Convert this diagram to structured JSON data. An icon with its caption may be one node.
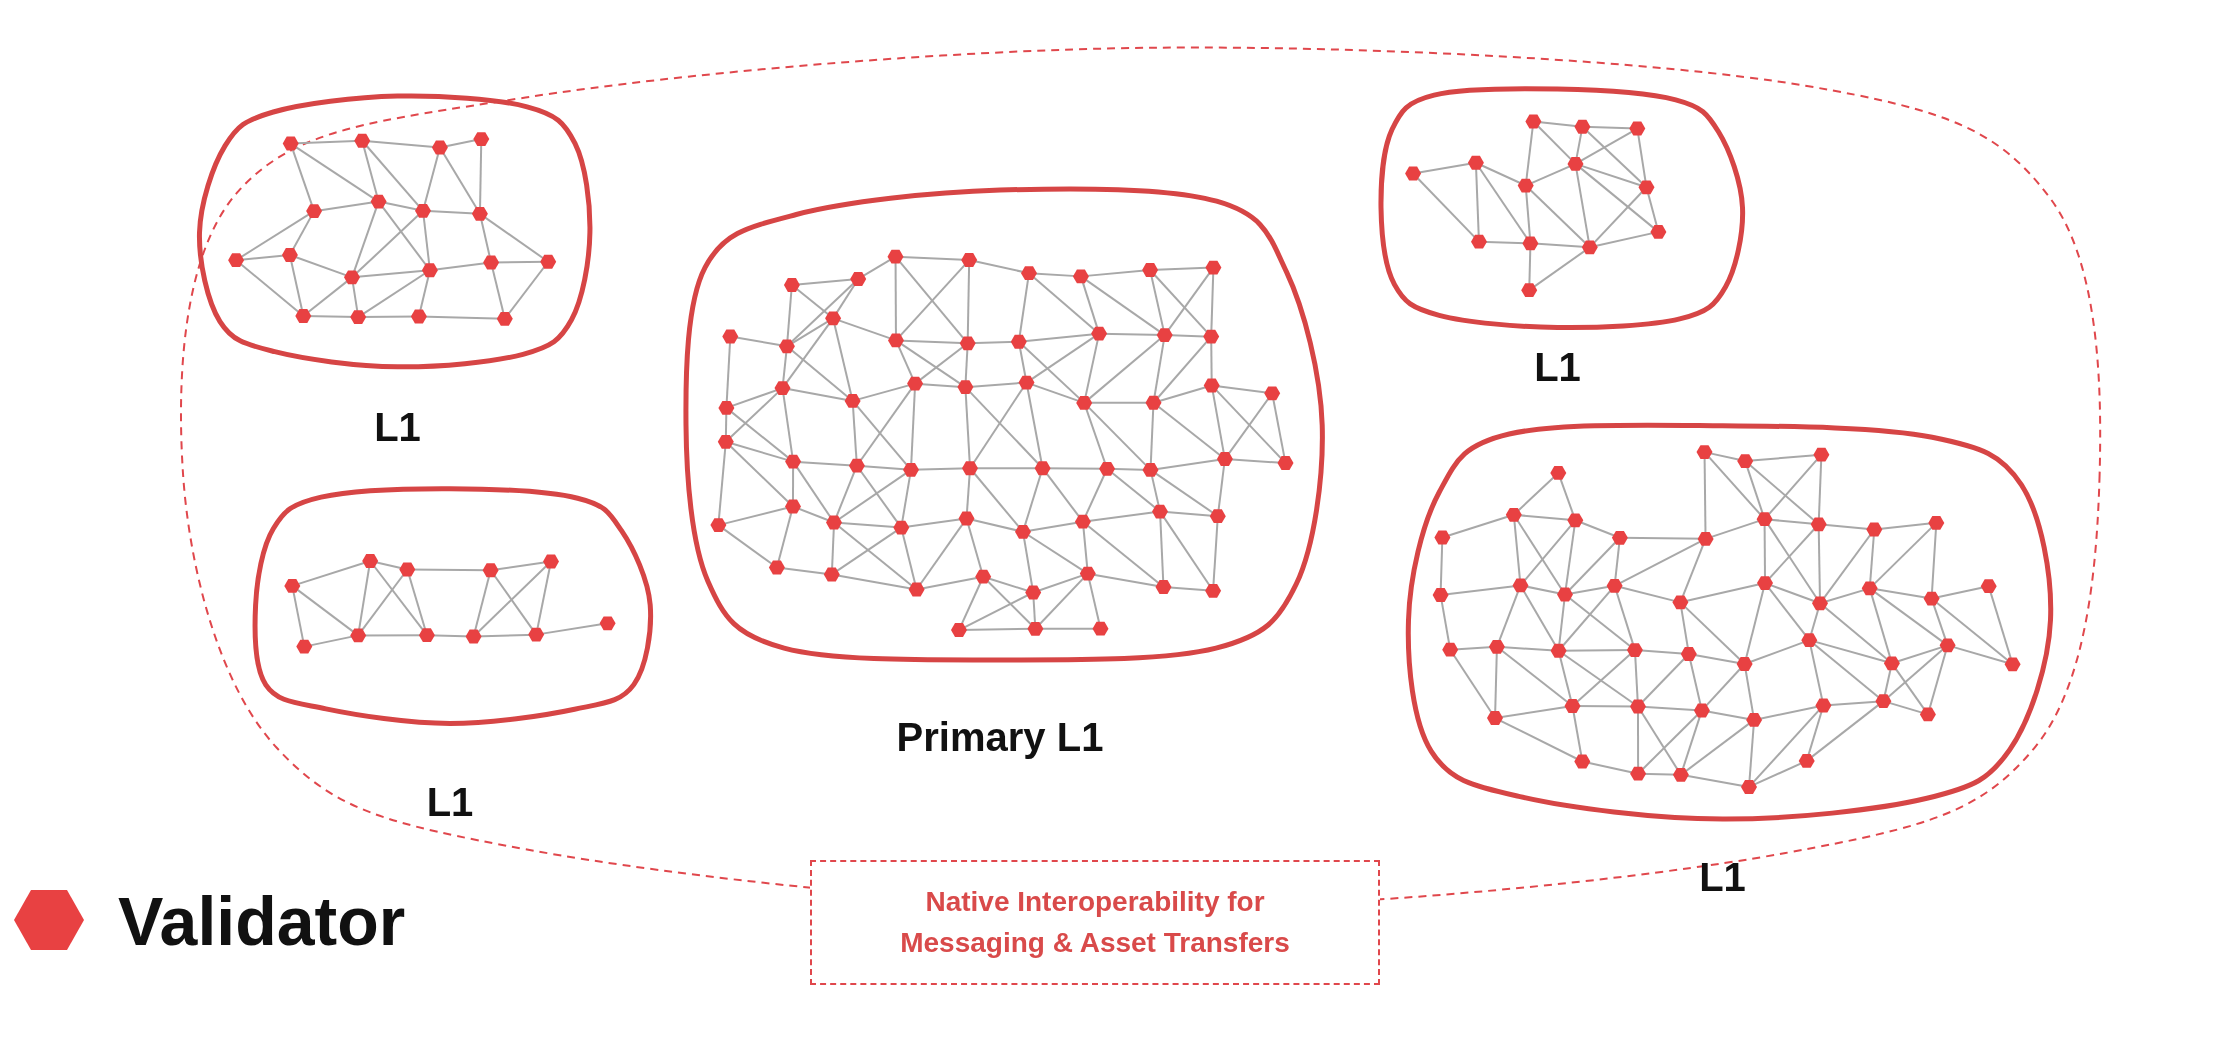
{
  "diagram": {
    "nodes": [
      {
        "text": [],
        "shape": "cloud"
      },
      {
        "text": [
          "L1"
        ],
        "in": 0
      },
      {
        "text": [
          "L1"
        ],
        "in": 0
      },
      {
        "text": [
          "Primary L1"
        ],
        "in": 0
      },
      {
        "text": [
          "L1"
        ],
        "in": 0
      },
      {
        "text": [
          "L1"
        ],
        "in": 0
      },
      {
        "text": [
          "Native Interoperability for Messaging & Asset Transfers"
        ]
      }
    ],
    "edges": [],
    "legend": [
      {
        "text": "Validator",
        "color": "#e84142"
      }
    ]
  }
}
